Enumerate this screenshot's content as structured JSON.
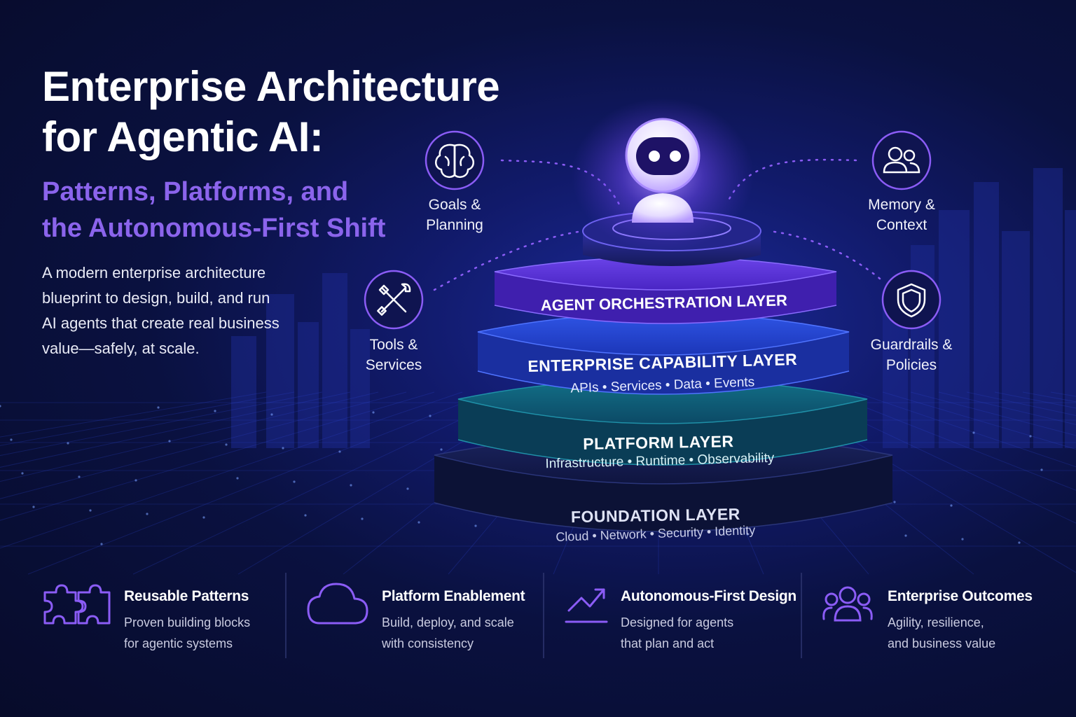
{
  "header": {
    "title_line1": "Enterprise Architecture",
    "title_line2": "for Agentic AI:",
    "subtitle_line1": "Patterns, Platforms, and",
    "subtitle_line2": "the Autonomous-First Shift",
    "description_lines": [
      "A modern enterprise architecture",
      "blueprint to design, build, and run",
      "AI agents that create real business",
      "value—safely, at scale."
    ]
  },
  "satellites": {
    "goals": {
      "line1": "Goals &",
      "line2": "Planning",
      "icon": "brain-icon"
    },
    "memory": {
      "line1": "Memory &",
      "line2": "Context",
      "icon": "users-icon"
    },
    "tools": {
      "line1": "Tools &",
      "line2": "Services",
      "icon": "tools-icon"
    },
    "guardrails": {
      "line1": "Guardrails &",
      "line2": "Policies",
      "icon": "shield-icon"
    }
  },
  "layers": {
    "agent": {
      "title": "AGENT ORCHESTRATION LAYER",
      "color": "#5b35d6"
    },
    "capability": {
      "title": "ENTERPRISE CAPABILITY LAYER",
      "subtitle": "APIs • Services • Data • Events",
      "color": "#2446d4"
    },
    "platform": {
      "title": "PLATFORM LAYER",
      "subtitle": "Infrastructure • Runtime • Observability",
      "color": "#0e5a78"
    },
    "foundation": {
      "title": "FOUNDATION LAYER",
      "subtitle": "Cloud • Network • Security • Identity",
      "color": "#141c48"
    }
  },
  "bottom": {
    "patterns": {
      "title": "Reusable Patterns",
      "line1": "Proven building blocks",
      "line2": "for agentic systems",
      "icon": "puzzle-icon"
    },
    "platform": {
      "title": "Platform Enablement",
      "line1": "Build, deploy, and scale",
      "line2": "with consistency",
      "icon": "cloud-icon"
    },
    "autonomous": {
      "title": "Autonomous-First Design",
      "line1": "Designed for agents",
      "line2": "that plan and act",
      "icon": "trend-up-icon"
    },
    "outcomes": {
      "title": "Enterprise Outcomes",
      "line1": "Agility, resilience,",
      "line2": "and business value",
      "icon": "group-icon"
    }
  },
  "colors": {
    "accent": "#8b5cf6",
    "background": "#0a1140"
  }
}
